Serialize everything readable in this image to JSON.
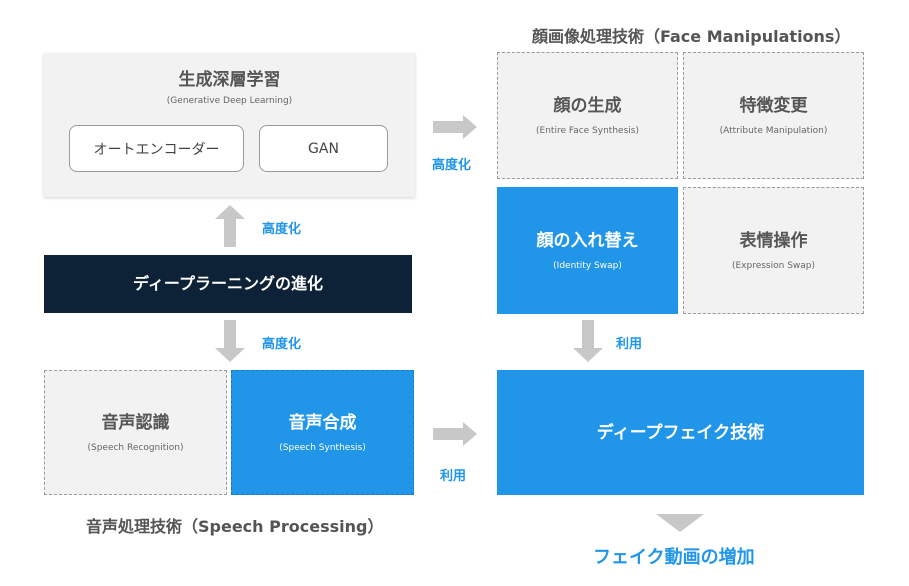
{
  "generative": {
    "title": "生成深層学習",
    "subtitle": "(Generative Deep Learning)",
    "items": [
      "オートエンコーダー",
      "GAN"
    ]
  },
  "evolution": {
    "label": "ディープラーニングの進化"
  },
  "arrows": {
    "advance": "高度化",
    "use": "利用"
  },
  "face": {
    "section_title": "顔画像処理技術（Face Manipulations）",
    "cells": [
      {
        "title": "顔の生成",
        "subtitle": "(Entire Face Synthesis)"
      },
      {
        "title": "特徴変更",
        "subtitle": "(Attribute Manipulation)"
      },
      {
        "title": "顔の入れ替え",
        "subtitle": "(Identity Swap)"
      },
      {
        "title": "表情操作",
        "subtitle": "(Expression Swap)"
      }
    ]
  },
  "speech": {
    "section_title": "音声処理技術（Speech Processing）",
    "cells": [
      {
        "title": "音声認識",
        "subtitle": "(Speech Recognition)"
      },
      {
        "title": "音声合成",
        "subtitle": "(Speech Synthesis)"
      }
    ]
  },
  "deepfake": {
    "label": "ディープフェイク技術"
  },
  "result": {
    "label": "フェイク動画の増加"
  },
  "colors": {
    "accent": "#2196e8",
    "dark": "#0d2236",
    "box": "#f2f2f2",
    "arrow": "#c8c8c8"
  }
}
